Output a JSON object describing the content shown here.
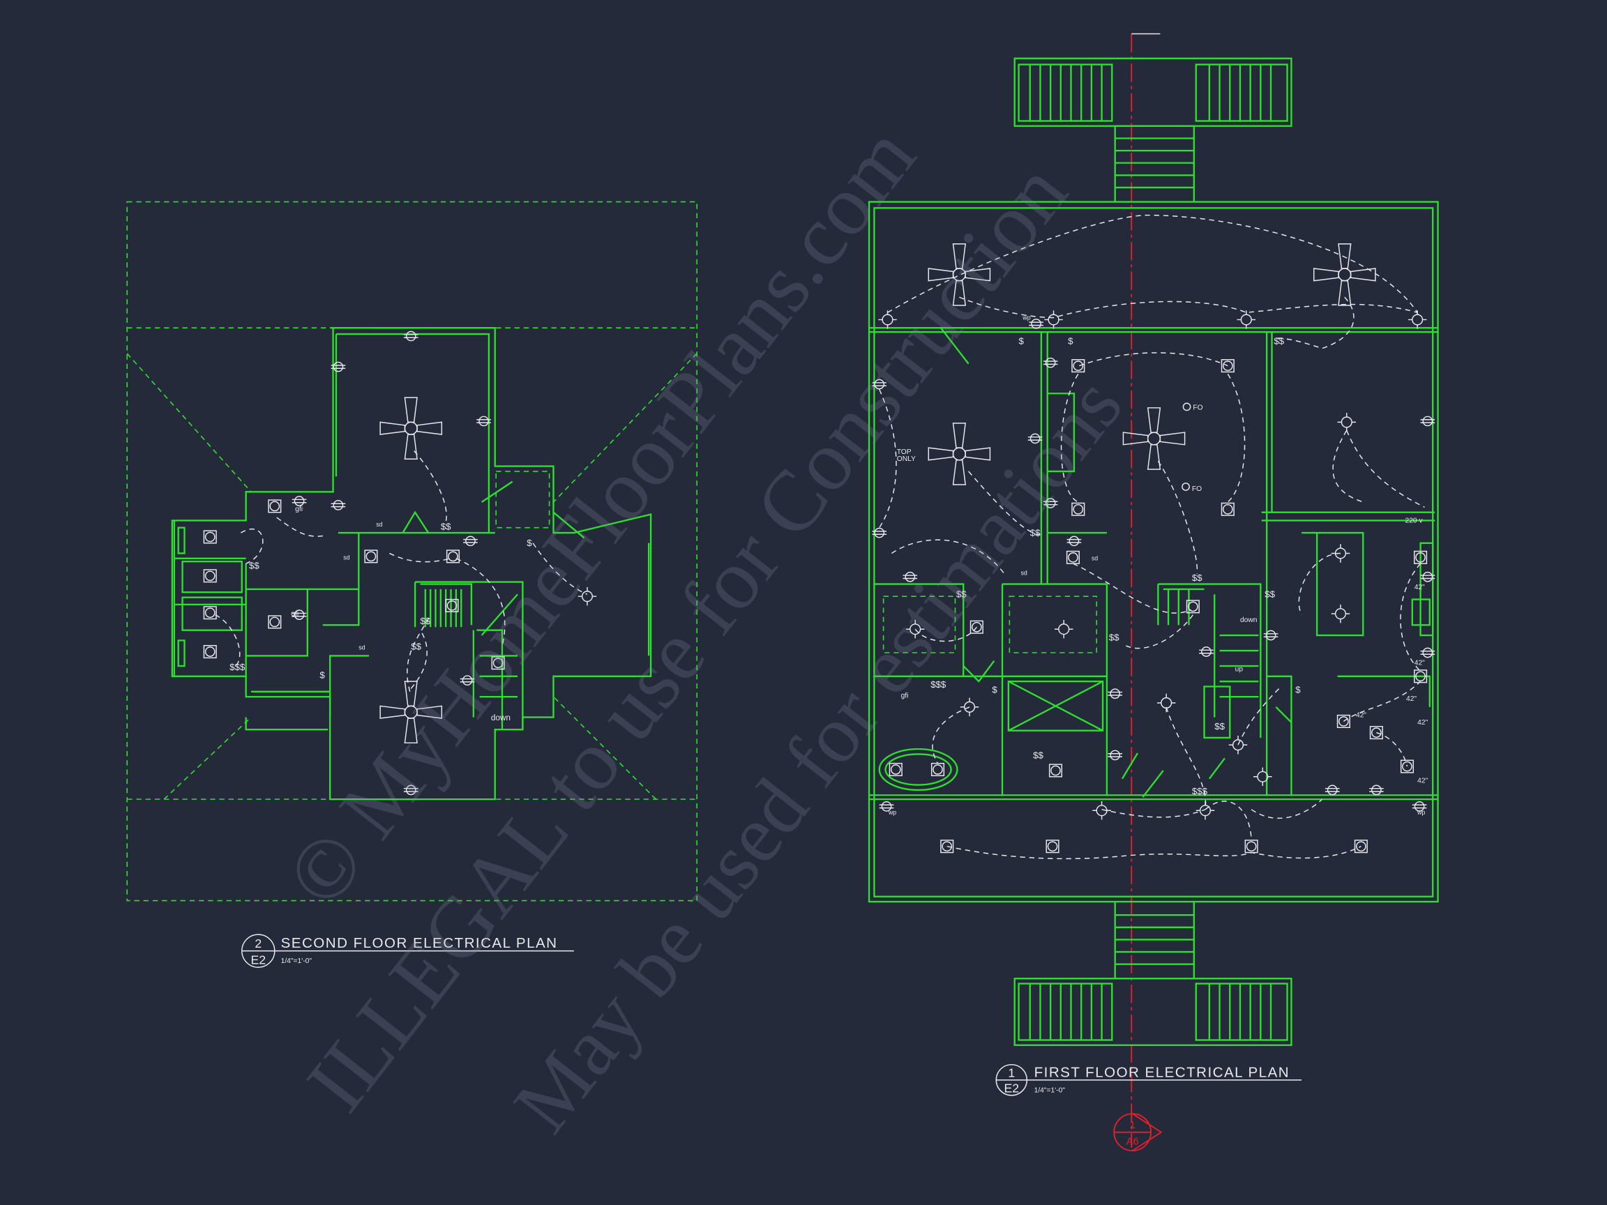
{
  "drawings": [
    {
      "number": "2",
      "sheet": "E2",
      "title": "SECOND FLOOR ELECTRICAL PLAN",
      "scale": "1/4\"=1'-0\""
    },
    {
      "number": "1",
      "sheet": "E2",
      "title": "FIRST FLOOR ELECTRICAL PLAN",
      "scale": "1/4\"=1'-0\""
    }
  ],
  "section_marker": {
    "number": "1",
    "sheet": "A6"
  },
  "labels": {
    "top_only": [
      "TOP",
      "ONLY"
    ],
    "fo": "FO",
    "down": "down",
    "up": "up",
    "gfi": "gfi",
    "sd": "sd",
    "wp": "wp",
    "v220": "220 v",
    "h42": "42\"",
    "switch1": "$",
    "switch2": "$$",
    "switch3": "$$$"
  },
  "watermark": [
    "© MyHomeFloorPlans.com",
    "ILLEGAL to use for Construction",
    "May be used for estimations"
  ],
  "colors": {
    "background": "#252a3b",
    "walls": "#2ee02e",
    "circuits": "#e8e8ee",
    "section": "#e0202a"
  }
}
